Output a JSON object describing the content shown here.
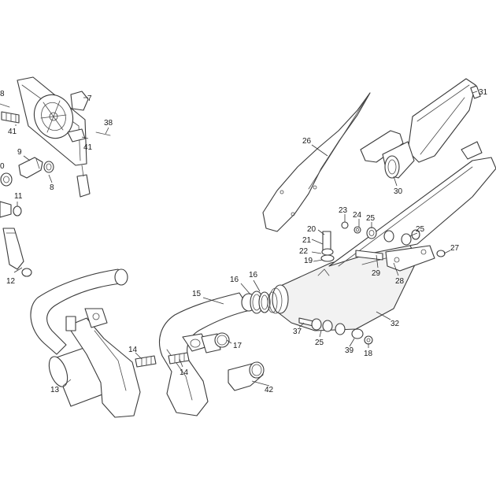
{
  "callouts": [
    {
      "id": "c7",
      "label": "7"
    },
    {
      "id": "c8a",
      "label": "8"
    },
    {
      "id": "c41a",
      "label": "41"
    },
    {
      "id": "c38",
      "label": "38"
    },
    {
      "id": "c41b",
      "label": "41"
    },
    {
      "id": "c9",
      "label": "9"
    },
    {
      "id": "c0",
      "label": "0"
    },
    {
      "id": "c8b",
      "label": "8"
    },
    {
      "id": "c11",
      "label": "11"
    },
    {
      "id": "c12",
      "label": "12"
    },
    {
      "id": "c13",
      "label": "13"
    },
    {
      "id": "c14a",
      "label": "14"
    },
    {
      "id": "c14b",
      "label": "14"
    },
    {
      "id": "c15",
      "label": "15"
    },
    {
      "id": "c16a",
      "label": "16"
    },
    {
      "id": "c16b",
      "label": "16"
    },
    {
      "id": "c17",
      "label": "17"
    },
    {
      "id": "c42",
      "label": "42"
    },
    {
      "id": "c26",
      "label": "26"
    },
    {
      "id": "c31",
      "label": "31"
    },
    {
      "id": "c30",
      "label": "30"
    },
    {
      "id": "c23",
      "label": "23"
    },
    {
      "id": "c24",
      "label": "24"
    },
    {
      "id": "c25a",
      "label": "25"
    },
    {
      "id": "c25b",
      "label": "25"
    },
    {
      "id": "c20",
      "label": "20"
    },
    {
      "id": "c21",
      "label": "21"
    },
    {
      "id": "c22",
      "label": "22"
    },
    {
      "id": "c19",
      "label": "19"
    },
    {
      "id": "c29",
      "label": "29"
    },
    {
      "id": "c28",
      "label": "28"
    },
    {
      "id": "c27",
      "label": "27"
    },
    {
      "id": "c32",
      "label": "32"
    },
    {
      "id": "c37",
      "label": "37"
    },
    {
      "id": "c25c",
      "label": "25"
    },
    {
      "id": "c39",
      "label": "39"
    },
    {
      "id": "c18",
      "label": "18"
    }
  ]
}
